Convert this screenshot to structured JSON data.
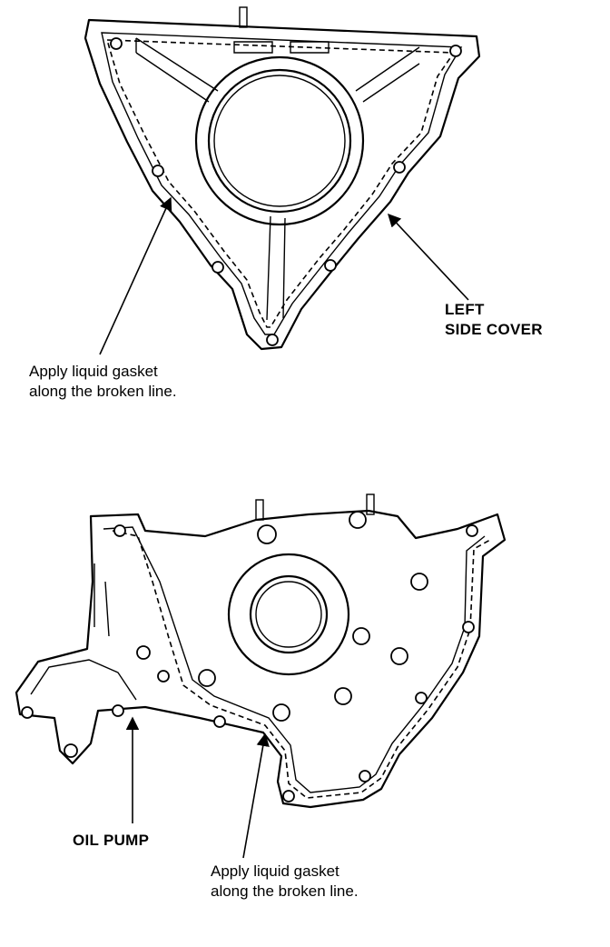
{
  "labels": {
    "gasket_top": {
      "line1": "Apply liquid gasket",
      "line2": "along the broken line."
    },
    "left_side_cover": {
      "line1": "LEFT",
      "line2": "SIDE COVER"
    },
    "oil_pump": "OIL PUMP",
    "gasket_bottom": {
      "line1": "Apply liquid gasket",
      "line2": "along the broken line."
    }
  }
}
